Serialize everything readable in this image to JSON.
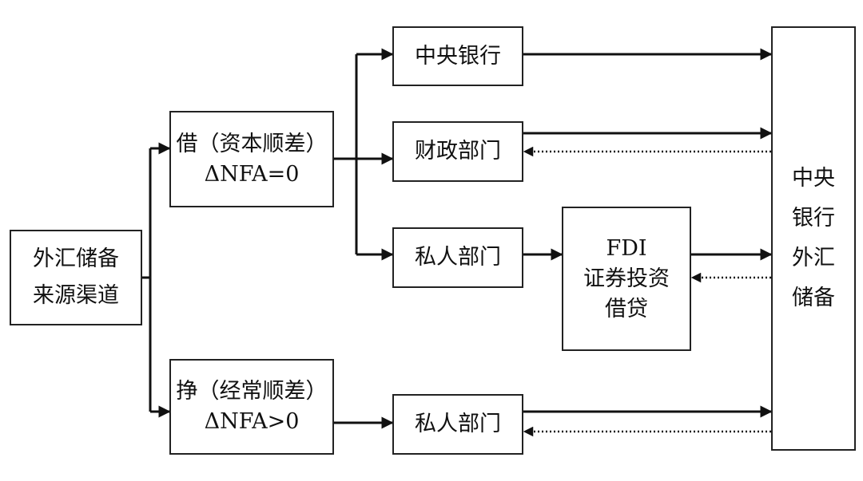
{
  "nodes": {
    "source": {
      "lines": [
        "外汇储备",
        "来源渠道"
      ]
    },
    "borrow": {
      "lines": [
        "借（资本顺差）",
        "ΔNFA=0"
      ]
    },
    "earn": {
      "lines": [
        "挣（经常顺差）",
        "ΔNFA>0"
      ]
    },
    "central_bank": {
      "lines": [
        "中央银行"
      ]
    },
    "finance_dept": {
      "lines": [
        "财政部门"
      ]
    },
    "private_sector_1": {
      "lines": [
        "私人部门"
      ]
    },
    "private_sector_2": {
      "lines": [
        "私人部门"
      ]
    },
    "fdi": {
      "lines": [
        "FDI",
        "证券投资",
        "借贷"
      ]
    },
    "reserves": {
      "lines": [
        "中央",
        "银行",
        "外汇",
        "储备"
      ]
    }
  },
  "edges": [
    {
      "from": "source",
      "to": "borrow",
      "style": "solid"
    },
    {
      "from": "source",
      "to": "earn",
      "style": "solid"
    },
    {
      "from": "borrow",
      "to": "central_bank",
      "style": "solid"
    },
    {
      "from": "borrow",
      "to": "finance_dept",
      "style": "solid"
    },
    {
      "from": "borrow",
      "to": "private_sector_1",
      "style": "solid"
    },
    {
      "from": "private_sector_1",
      "to": "fdi",
      "style": "solid"
    },
    {
      "from": "central_bank",
      "to": "reserves",
      "style": "solid"
    },
    {
      "from": "finance_dept",
      "to": "reserves",
      "style": "solid"
    },
    {
      "from": "reserves",
      "to": "finance_dept",
      "style": "dotted"
    },
    {
      "from": "fdi",
      "to": "reserves",
      "style": "solid"
    },
    {
      "from": "reserves",
      "to": "fdi",
      "style": "dotted"
    },
    {
      "from": "earn",
      "to": "private_sector_2",
      "style": "solid"
    },
    {
      "from": "private_sector_2",
      "to": "reserves",
      "style": "solid"
    },
    {
      "from": "reserves",
      "to": "private_sector_2",
      "style": "dotted"
    }
  ]
}
